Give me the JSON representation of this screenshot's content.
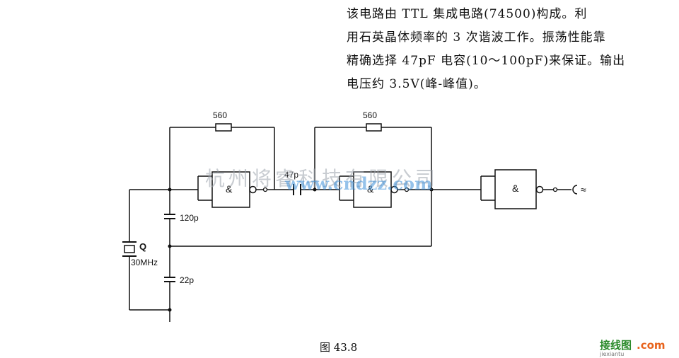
{
  "description": {
    "lines": [
      "该电路由 TTL 集成电路(74500)构成。利",
      "用石英晶体频率的 3 次谐波工作。振荡性能靠",
      "精确选择 47pF 电容(10～100pF)来保证。输出",
      "电压约 3.5V(峰-峰值)。"
    ]
  },
  "diagram": {
    "resistor_1": "560",
    "resistor_2": "560",
    "coupling_capacitor": "47p",
    "capacitor_upper": "120p",
    "capacitor_lower": "22p",
    "crystal_label": "Q",
    "crystal_frequency": "30MHz",
    "gate_symbol": "&",
    "output_symbol": "≈"
  },
  "caption": "图 43.8",
  "watermark": {
    "text": "杭州将睿科技有限公司",
    "url_text": "www.cndzz.com"
  },
  "logo": {
    "text": "接线图",
    "domain": ".com",
    "sub": "jiexiantu"
  }
}
